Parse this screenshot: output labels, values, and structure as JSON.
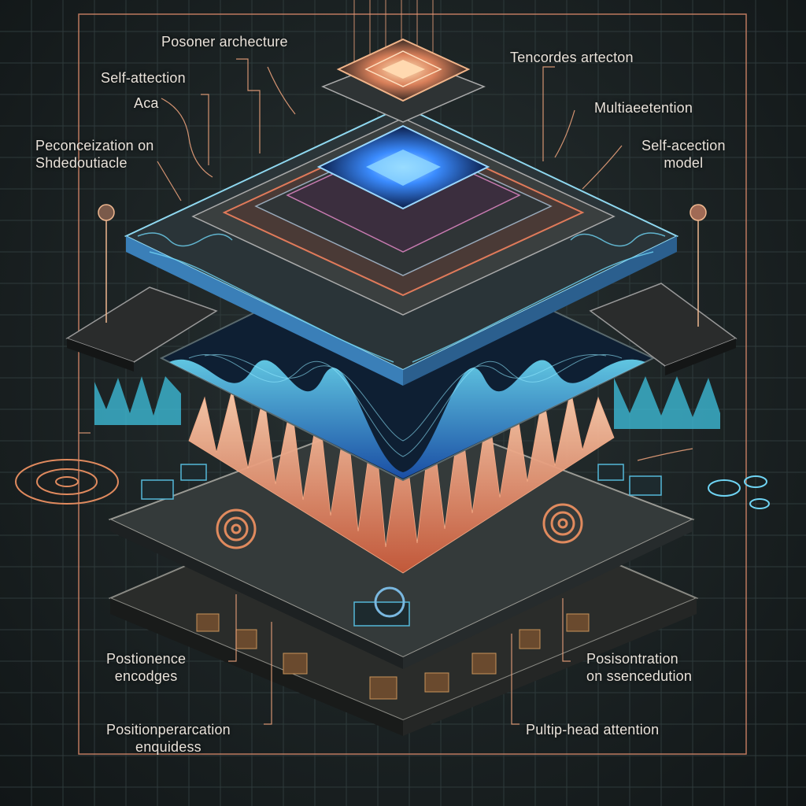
{
  "colors": {
    "background": "#1b2223",
    "grid": "#2e3a3b",
    "frame": "#d98a6a",
    "copper": "#e07a5a",
    "cyan": "#39c6e8",
    "blue": "#2f6fd8",
    "label": "#e9e2da"
  },
  "labels": {
    "top_center": "Posoner archecture",
    "top_right": "Tencordes artecton",
    "left_1": "Self-attection",
    "left_2": "Aca",
    "left_3_line1": "Peconceization on",
    "left_3_line2": "Shdedoutiacle",
    "right_1": "Multiaeetention",
    "right_2_line1": "Self-acection",
    "right_2_line2": "model",
    "bottom_left_1_line1": "Postionence",
    "bottom_left_1_line2": "encodges",
    "bottom_left_2_line1": "Positionperarcation",
    "bottom_left_2_line2": "enquidess",
    "bottom_right_1_line1": "Posisontration",
    "bottom_right_1_line2": "on ssencedution",
    "bottom_right_2": "Pultip-head attention"
  }
}
